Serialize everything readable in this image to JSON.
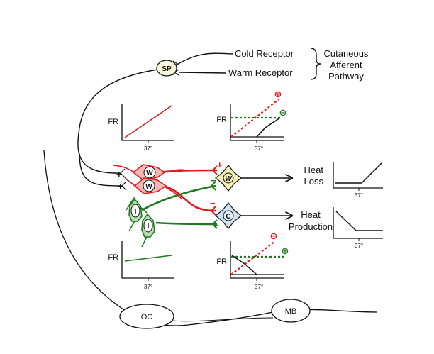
{
  "colors": {
    "warm": "#e31a1c",
    "warm_fill": "#f4b8b8",
    "cold": "#1f7a1f",
    "cold_fill": "#b8ddb0",
    "line": "#111111",
    "neuron_w_fill": "#f6efb6",
    "neuron_c_fill": "#cfe3f3",
    "sp_fill": "#f8f6d8"
  },
  "pathway": {
    "sp": "SP",
    "cold_receptor": "Cold Receptor",
    "warm_receptor": "Warm Receptor",
    "cutaneous_l1": "Cutaneous",
    "cutaneous_l2": "Afferent",
    "cutaneous_l3": "Pathway"
  },
  "neurons": {
    "warm_sensitive": "W",
    "insensitive": "I",
    "effector_warm": "W",
    "effector_cold": "C",
    "oc": "OC",
    "mb": "MB"
  },
  "signs": {
    "plus": "+",
    "minus": "−",
    "plus_circled": "⊕",
    "minus_circled": "⊖"
  },
  "outputs": {
    "heat_loss_l1": "Heat",
    "heat_loss_l2": "Loss",
    "heat_prod_l1": "Heat",
    "heat_prod_l2": "Production"
  },
  "axis": {
    "fr": "FR",
    "temp": "37°"
  }
}
